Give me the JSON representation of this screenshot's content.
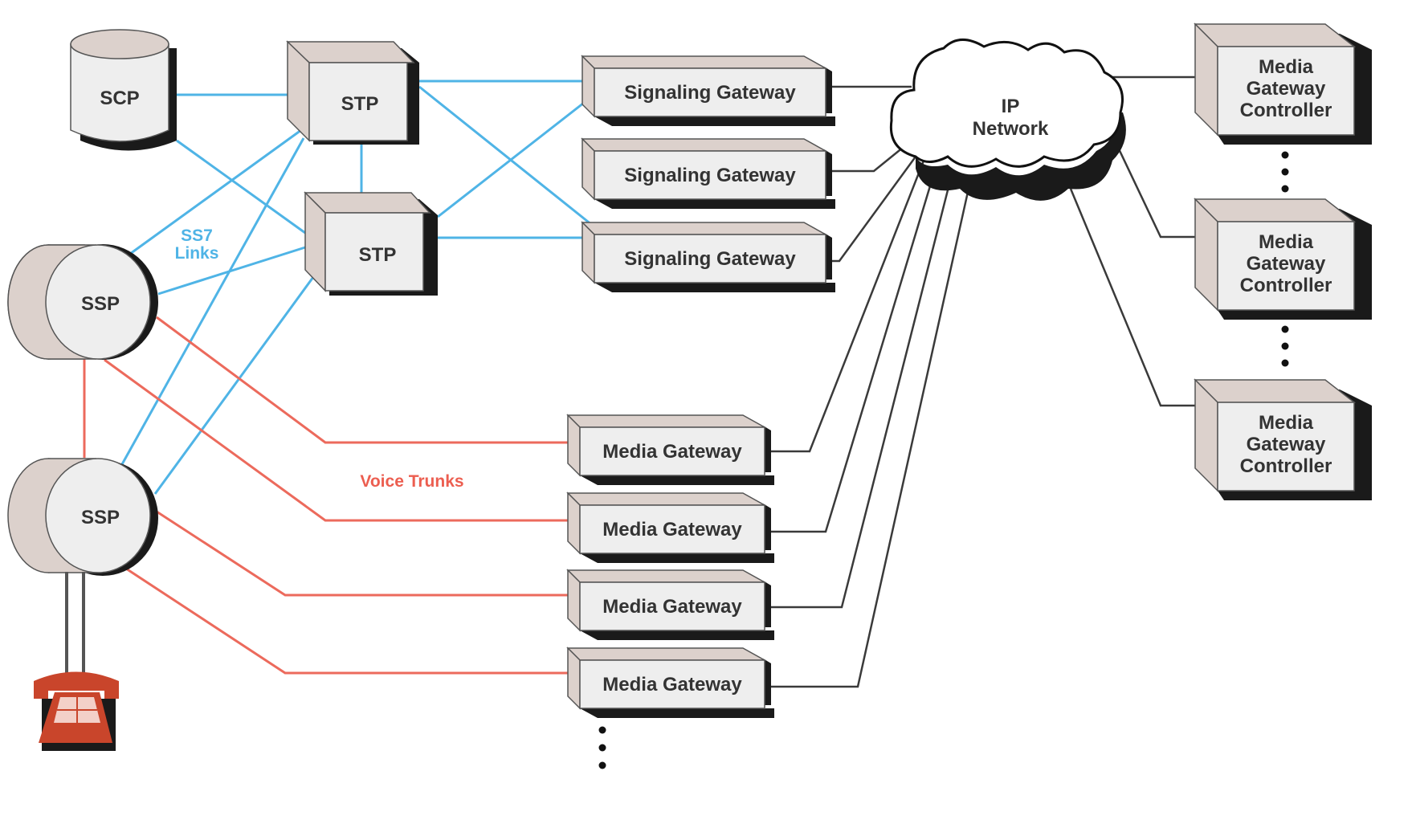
{
  "diagram": {
    "type": "network-architecture",
    "colors": {
      "ss7_link": "#4fb4e6",
      "voice_trunk": "#ec6a5c",
      "ip_link": "#3a3a3a",
      "box_face": "#eeeeee",
      "box_side": "#dcd1cc",
      "phone": "#c9452b"
    },
    "nodes": {
      "scp": {
        "label": "SCP"
      },
      "stp1": {
        "label": "STP"
      },
      "stp2": {
        "label": "STP"
      },
      "ssp1": {
        "label": "SSP"
      },
      "ssp2": {
        "label": "SSP"
      },
      "sg1": {
        "label": "Signaling Gateway"
      },
      "sg2": {
        "label": "Signaling Gateway"
      },
      "sg3": {
        "label": "Signaling Gateway"
      },
      "mg1": {
        "label": "Media Gateway"
      },
      "mg2": {
        "label": "Media Gateway"
      },
      "mg3": {
        "label": "Media Gateway"
      },
      "mg4": {
        "label": "Media Gateway"
      },
      "cloud": {
        "line1": "IP",
        "line2": "Network"
      },
      "mgc1": {
        "line1": "Media",
        "line2": "Gateway",
        "line3": "Controller"
      },
      "mgc2": {
        "line1": "Media",
        "line2": "Gateway",
        "line3": "Controller"
      },
      "mgc3": {
        "line1": "Media",
        "line2": "Gateway",
        "line3": "Controller"
      },
      "phone": {
        "icon": "telephone-icon"
      }
    },
    "annotations": {
      "ss7_line1": "SS7",
      "ss7_line2": "Links",
      "voice_trunks": "Voice Trunks"
    }
  }
}
